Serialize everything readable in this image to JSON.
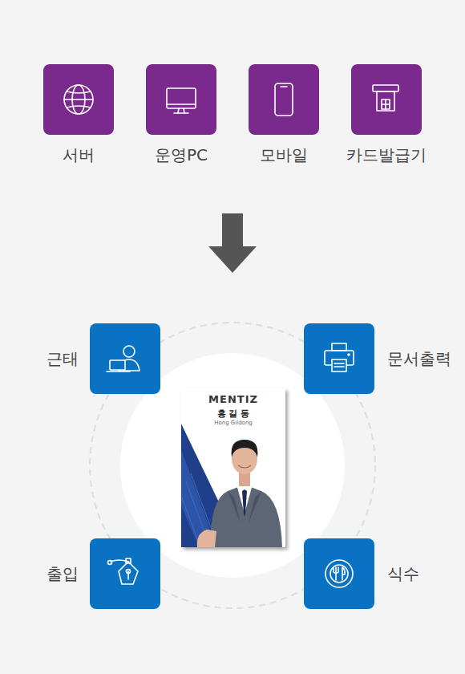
{
  "diagram": {
    "nodes": [
      {
        "text": [
          "서버"
        ]
      },
      {
        "text": [
          "운영PC"
        ]
      },
      {
        "text": [
          "모바일"
        ]
      },
      {
        "text": [
          "카드발급기"
        ]
      },
      {
        "text": [
          "근태"
        ]
      },
      {
        "text": [
          "문서출력"
        ]
      },
      {
        "text": [
          "MENTIZ",
          "홍 길 동",
          "Hong Gildong"
        ]
      },
      {
        "text": [
          "출입"
        ]
      },
      {
        "text": [
          "식수"
        ]
      }
    ]
  }
}
